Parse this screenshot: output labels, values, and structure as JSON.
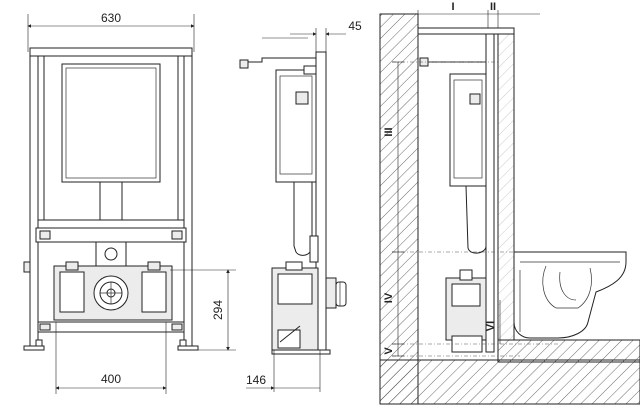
{
  "front_view": {
    "dim_width": "630",
    "dim_base": "400",
    "dim_height": "294"
  },
  "side_view": {
    "dim_top": "45",
    "dim_bottom": "146"
  },
  "section_view": {
    "label_i": "I",
    "label_ii": "II",
    "label_iii": "III",
    "label_iv": "IV",
    "label_v": "V",
    "label_vi": "VI"
  }
}
